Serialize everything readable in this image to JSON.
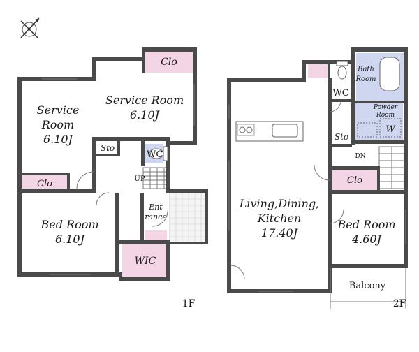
{
  "floor1": {
    "service_room_left": {
      "line1": "Service",
      "line2": "Room",
      "line3": "6.10J"
    },
    "service_room_top": {
      "line1": "Service Room",
      "line2": "6.10J"
    },
    "clo_top": "Clo",
    "clo_left": "Clo",
    "sto": "Sto",
    "wc": "WC",
    "up": "UP",
    "entrance": {
      "line1": "Ent",
      "line2": "rance"
    },
    "bed_room": {
      "line1": "Bed Room",
      "line2": "6.10J"
    },
    "wic": "WIC",
    "floor_label": "1F"
  },
  "floor2": {
    "ldk": {
      "line1": "Living,Dining,",
      "line2": "Kitchen",
      "line3": "17.40J"
    },
    "wc": "WC",
    "bath": {
      "line1": "Bath",
      "line2": "Room"
    },
    "powder": {
      "line1": "Powder",
      "line2": "Room"
    },
    "w": "W",
    "sto": "Sto",
    "dn": "DN",
    "clo": "Clo",
    "bed_room": {
      "line1": "Bed Room",
      "line2": "4.60J"
    },
    "balcony": "Balcony",
    "floor_label": "2F"
  }
}
